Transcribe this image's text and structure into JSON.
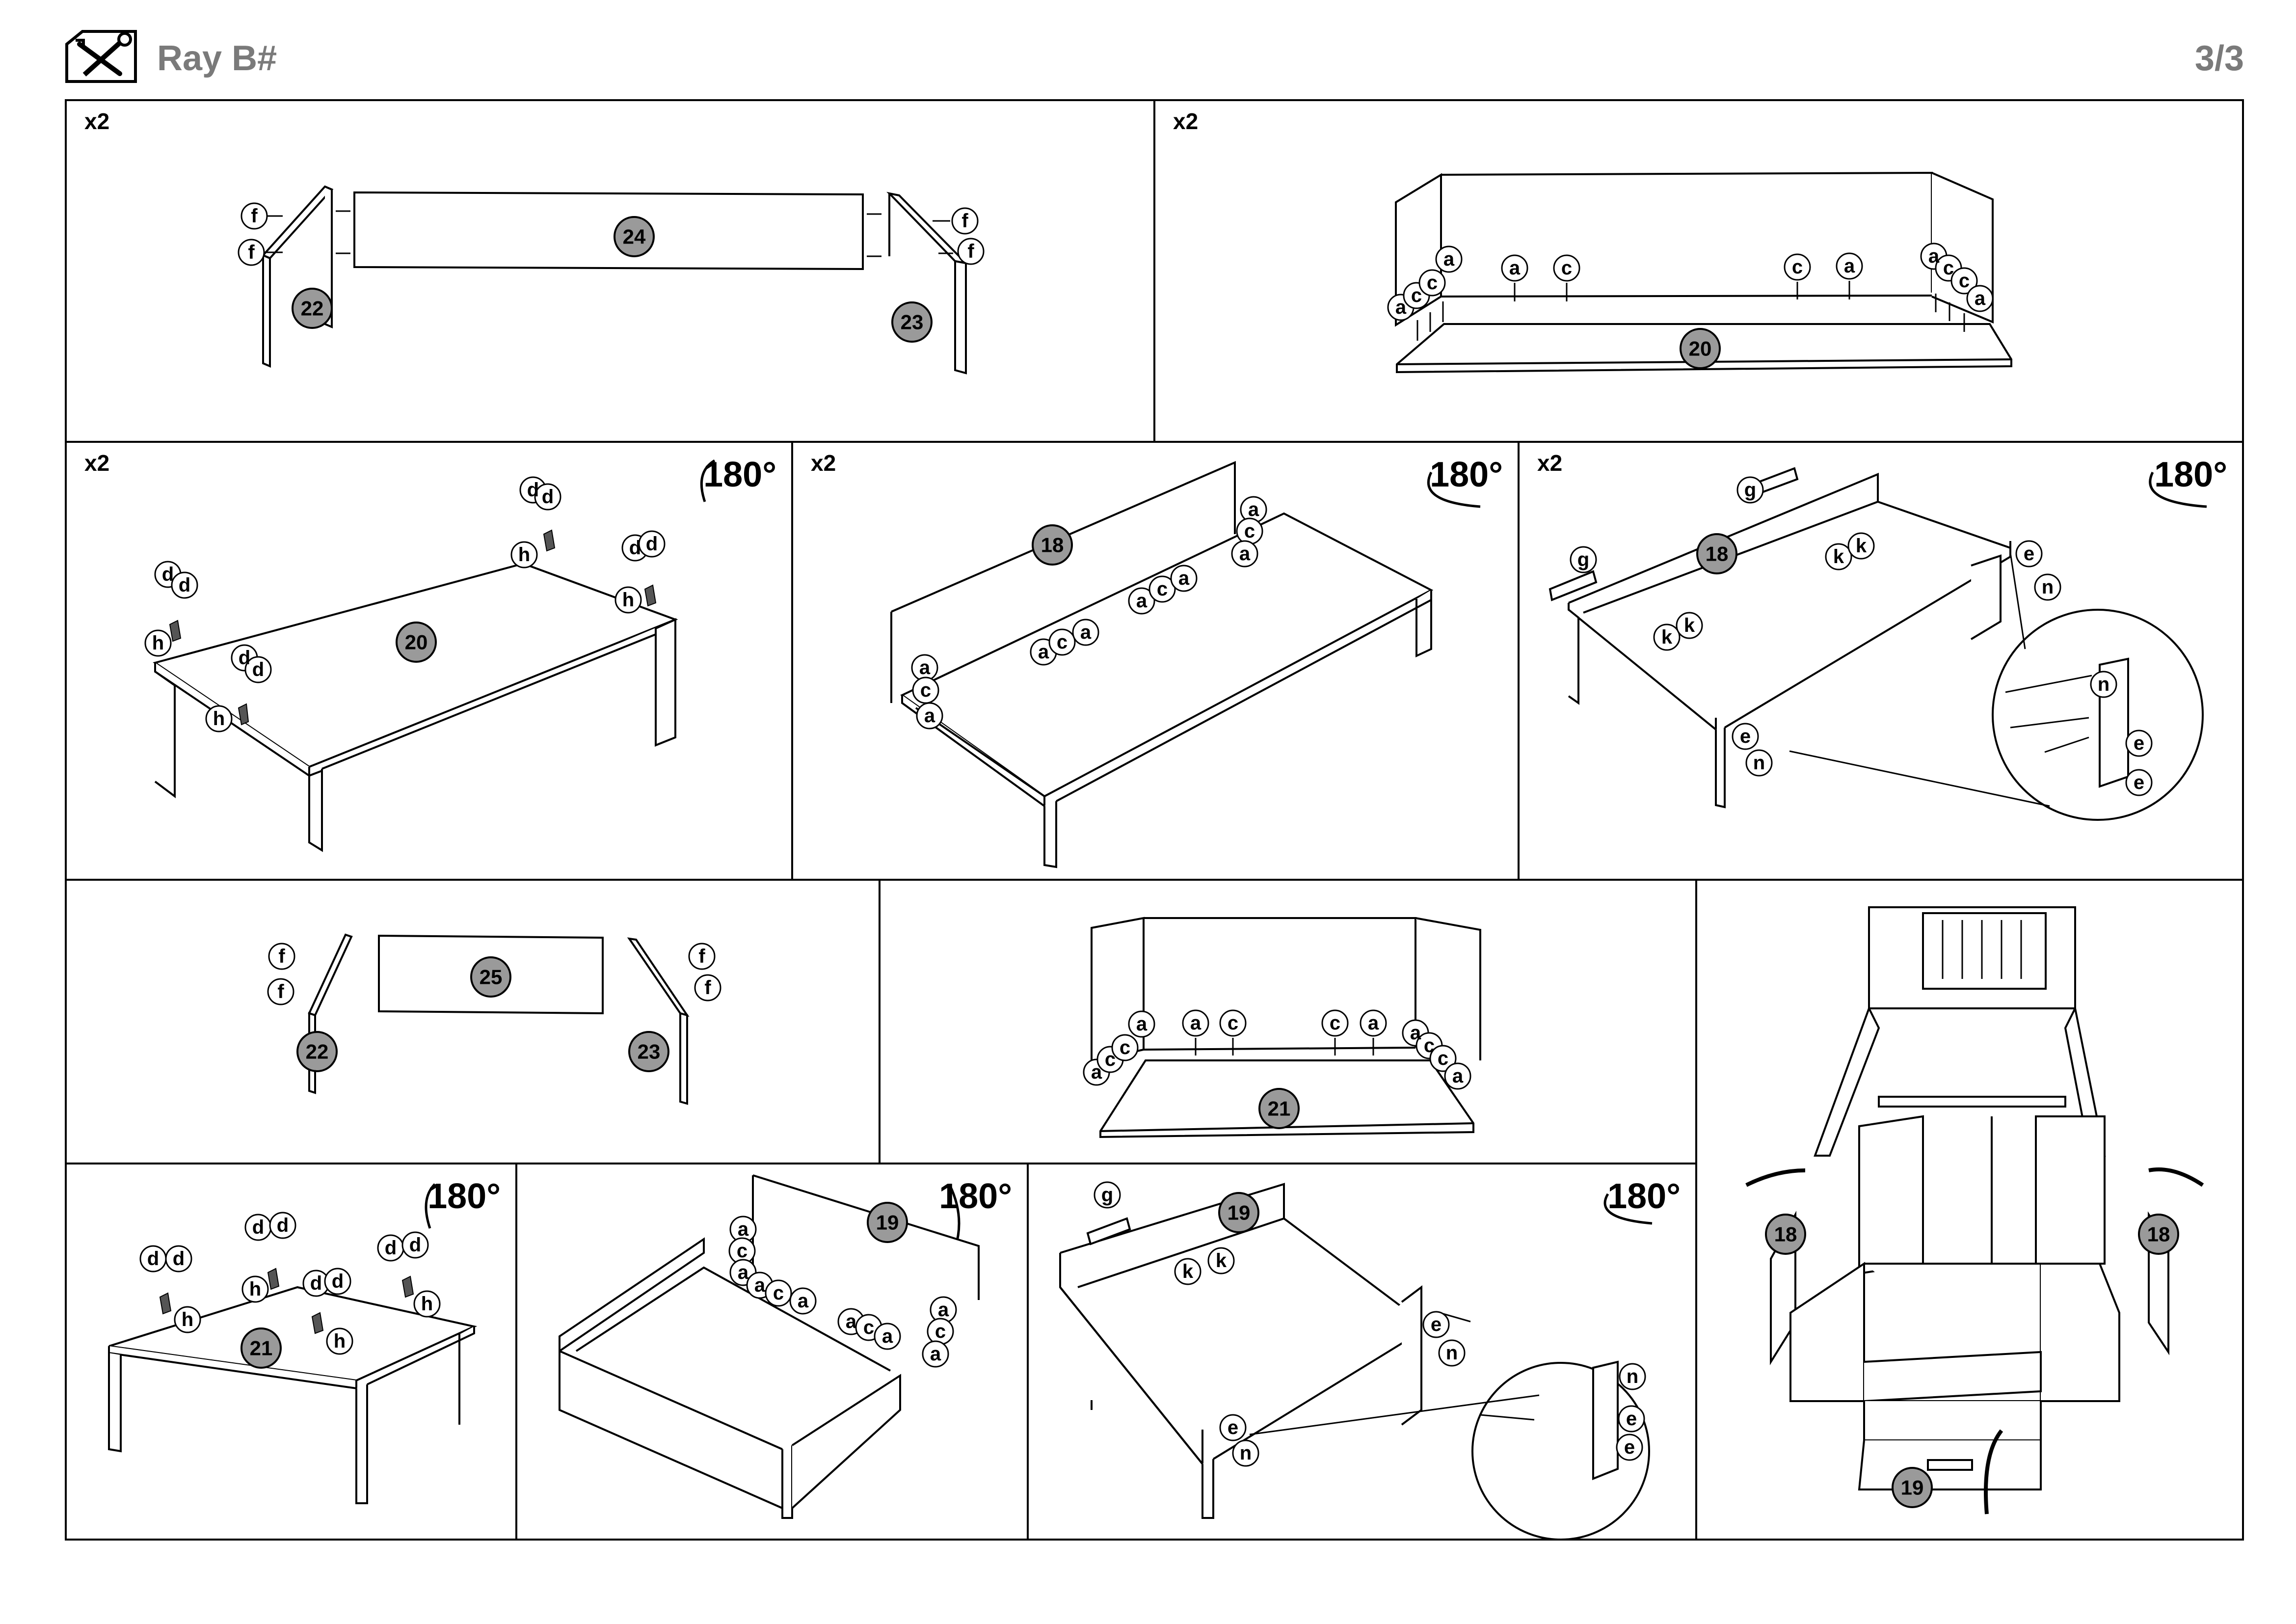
{
  "header": {
    "title": "Ray B#",
    "page": "3/3",
    "logo_icon": "wrench-screwdriver-icon"
  },
  "colors": {
    "part_badge": "#9a9a9a",
    "header_text": "#7a7a7a"
  },
  "steps": {
    "s1": {
      "qty": "x2",
      "parts": [
        "24",
        "22",
        "23"
      ],
      "hw": [
        "f",
        "f",
        "f",
        "f"
      ]
    },
    "s2": {
      "qty": "x2",
      "parts": [
        "20"
      ],
      "hw": [
        "a",
        "c",
        "c",
        "a",
        "a",
        "c",
        "c",
        "a",
        "a",
        "c",
        "c",
        "a"
      ]
    },
    "s3": {
      "qty": "x2",
      "rotation": "180°",
      "parts": [
        "20"
      ],
      "hw": [
        "d",
        "d",
        "h",
        "d",
        "d",
        "h",
        "d",
        "d",
        "h",
        "d",
        "d",
        "h"
      ]
    },
    "s4": {
      "qty": "x2",
      "rotation": "180°",
      "parts": [
        "18"
      ],
      "hw": [
        "a",
        "c",
        "a",
        "a",
        "c",
        "a",
        "a",
        "c",
        "a",
        "a",
        "c",
        "a"
      ]
    },
    "s5": {
      "qty": "x2",
      "rotation": "180°",
      "parts": [
        "18"
      ],
      "hw": [
        "g",
        "g",
        "k",
        "k",
        "k",
        "k",
        "e",
        "n",
        "e",
        "n",
        "n",
        "e",
        "e"
      ]
    },
    "s6": {
      "parts": [
        "25",
        "22",
        "23"
      ],
      "hw": [
        "f",
        "f",
        "f",
        "f"
      ]
    },
    "s7": {
      "parts": [
        "21"
      ],
      "hw": [
        "a",
        "c",
        "c",
        "a",
        "a",
        "c",
        "c",
        "a",
        "a",
        "c",
        "c",
        "a"
      ]
    },
    "s8": {
      "parts": [
        "18",
        "18",
        "19"
      ]
    },
    "s9": {
      "rotation": "180°",
      "parts": [
        "21"
      ],
      "hw": [
        "d",
        "d",
        "h",
        "d",
        "d",
        "h",
        "d",
        "d",
        "h",
        "d",
        "d",
        "h"
      ]
    },
    "s10": {
      "rotation": "180°",
      "parts": [
        "19"
      ],
      "hw": [
        "a",
        "c",
        "a",
        "a",
        "c",
        "a",
        "a",
        "c",
        "a",
        "a",
        "c",
        "a"
      ]
    },
    "s11": {
      "rotation": "180°",
      "parts": [
        "19"
      ],
      "hw": [
        "g",
        "k",
        "k",
        "e",
        "n",
        "e",
        "n",
        "n",
        "e",
        "e"
      ]
    }
  }
}
